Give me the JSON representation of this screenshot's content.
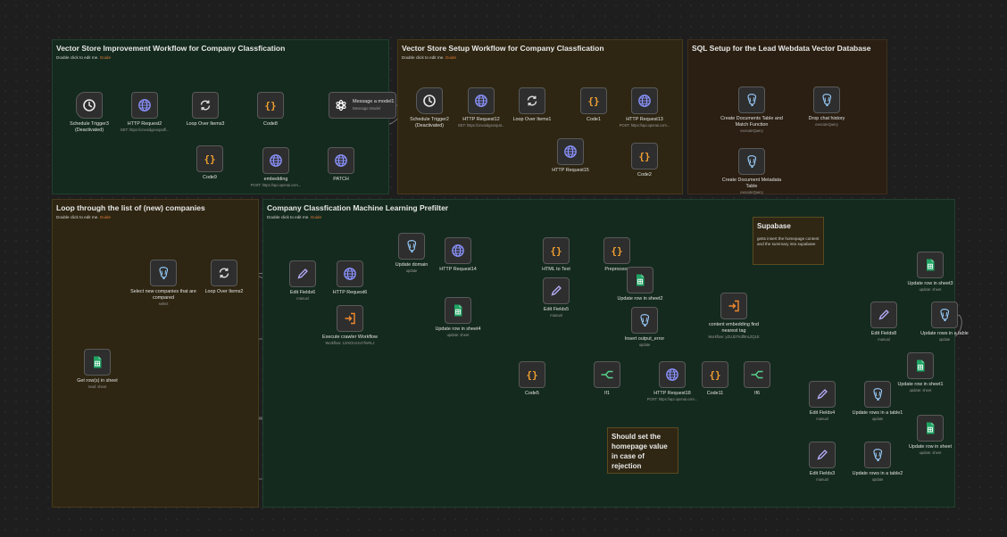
{
  "stickies": [
    {
      "id": "s1",
      "title": "Vector Store Improvement Workflow for Company Classfication",
      "hint": "Double click to edit me.",
      "guide": "Guide",
      "color": "green"
    },
    {
      "id": "s2",
      "title": "Vector Store Setup Workflow for Company Classfication",
      "hint": "Double click to edit me.",
      "guide": "Guide",
      "color": "yellow"
    },
    {
      "id": "s3",
      "title": "SQL Setup for the Lead Webdata Vector Database",
      "hint": "",
      "guide": "",
      "color": "brown"
    },
    {
      "id": "s4",
      "title": "Loop through the list of (new) companies",
      "hint": "Double click to edit me.",
      "guide": "Guide",
      "color": "yellow"
    },
    {
      "id": "s5",
      "title": "Company Classfication Machine Learning Prefilter",
      "hint": "Double click to edit me.",
      "guide": "Guide",
      "color": "green"
    }
  ],
  "notes": [
    {
      "id": "n1",
      "title": "Supabase",
      "body": "getts insert the homepage content and the summary into supabase"
    },
    {
      "id": "n2",
      "title": "Should set the homepage value in case of rejection",
      "body": ""
    }
  ],
  "nodes": [
    {
      "id": "st3",
      "name": "Schedule Trigger3 (Deactivated)",
      "sub": "",
      "icon": "clock"
    },
    {
      "id": "hr2",
      "name": "HTTP Request2",
      "sub": "GET: https://onvoidgeospatfl...",
      "icon": "globe"
    },
    {
      "id": "loop3",
      "name": "Loop Over Items3",
      "sub": "",
      "icon": "loop"
    },
    {
      "id": "code8",
      "name": "Code8",
      "sub": "",
      "icon": "code"
    },
    {
      "id": "msg",
      "name": "Message a model1",
      "sub": "Message Model",
      "icon": "openai"
    },
    {
      "id": "code9",
      "name": "Code9",
      "sub": "",
      "icon": "code"
    },
    {
      "id": "emb",
      "name": "embedding",
      "sub": "POST: https://api.openai.com...",
      "icon": "globe"
    },
    {
      "id": "patch",
      "name": "PATCH",
      "sub": "",
      "icon": "globe"
    },
    {
      "id": "st2",
      "name": "Schedule Trigger2 (Deactivated)",
      "sub": "",
      "icon": "clock"
    },
    {
      "id": "hr12",
      "name": "HTTP Request12",
      "sub": "GET: https://onvoidgeospat...",
      "icon": "globe"
    },
    {
      "id": "loop1",
      "name": "Loop Over Items1",
      "sub": "",
      "icon": "loop"
    },
    {
      "id": "code1",
      "name": "Code1",
      "sub": "",
      "icon": "code"
    },
    {
      "id": "hr13",
      "name": "HTTP Request13",
      "sub": "POST: https://api.openai.com...",
      "icon": "globe"
    },
    {
      "id": "hr15",
      "name": "HTTP Request15",
      "sub": "",
      "icon": "globe"
    },
    {
      "id": "code2",
      "name": "Code2",
      "sub": "",
      "icon": "code"
    },
    {
      "id": "cdt",
      "name": "Create Documents Table and Match Function",
      "sub": "executeQuery",
      "icon": "pg"
    },
    {
      "id": "dch",
      "name": "Drop chat history",
      "sub": "executeQuery",
      "icon": "pg"
    },
    {
      "id": "cdm",
      "name": "Create Document Metadata Table",
      "sub": "executeQuery",
      "icon": "pg"
    },
    {
      "id": "grs",
      "name": "Get row(s) in sheet",
      "sub": "read: sheet",
      "icon": "sheet"
    },
    {
      "id": "snc",
      "name": "Select new companies that are compared",
      "sub": "select",
      "icon": "pg"
    },
    {
      "id": "loop2",
      "name": "Loop Over Items2",
      "sub": "",
      "icon": "loop"
    },
    {
      "id": "ef6",
      "name": "Edit Fields6",
      "sub": "manual",
      "icon": "pen"
    },
    {
      "id": "hr6",
      "name": "HTTP Request6",
      "sub": "",
      "icon": "globe"
    },
    {
      "id": "ecw",
      "name": "Execute crawler Workflow",
      "sub": "Workflow: 12rKOnA2oYfmRLJ",
      "icon": "exec"
    },
    {
      "id": "ud",
      "name": "Update domain",
      "sub": "update",
      "icon": "pg"
    },
    {
      "id": "hr14",
      "name": "HTTP Request14",
      "sub": "",
      "icon": "globe"
    },
    {
      "id": "urs4",
      "name": "Update row in sheet4",
      "sub": "update: sheet",
      "icon": "sheet"
    },
    {
      "id": "h2t",
      "name": "HTML to Text",
      "sub": "",
      "icon": "code"
    },
    {
      "id": "ef5",
      "name": "Edit Fields5",
      "sub": "manual",
      "icon": "pen"
    },
    {
      "id": "pre",
      "name": "Preprocess",
      "sub": "",
      "icon": "code"
    },
    {
      "id": "urs2",
      "name": "Update row in sheet2",
      "sub": "",
      "icon": "sheet"
    },
    {
      "id": "ioe",
      "name": "Insert output_error",
      "sub": "update",
      "icon": "pg"
    },
    {
      "id": "cef",
      "name": "content embedding find nearest tag",
      "sub": "Workflow: yZLUbTKdf8nLZQ1E",
      "icon": "exec"
    },
    {
      "id": "code5",
      "name": "Code5",
      "sub": "",
      "icon": "code"
    },
    {
      "id": "if1",
      "name": "If1",
      "sub": "",
      "icon": "if"
    },
    {
      "id": "hr18",
      "name": "HTTP Request18",
      "sub": "POST: https://api.openai.com...",
      "icon": "globe"
    },
    {
      "id": "code11",
      "name": "Code11",
      "sub": "",
      "icon": "code"
    },
    {
      "id": "if6",
      "name": "If6",
      "sub": "",
      "icon": "if"
    },
    {
      "id": "ef8",
      "name": "Edit Fields8",
      "sub": "manual",
      "icon": "pen"
    },
    {
      "id": "urt",
      "name": "Update rows in a table",
      "sub": "update",
      "icon": "pg"
    },
    {
      "id": "urs3",
      "name": "Update row in sheet3",
      "sub": "update: sheet",
      "icon": "sheet"
    },
    {
      "id": "urs1",
      "name": "Update row in sheet1",
      "sub": "update: sheet",
      "icon": "sheet"
    },
    {
      "id": "ef4",
      "name": "Edit Fields4",
      "sub": "manual",
      "icon": "pen"
    },
    {
      "id": "urt1",
      "name": "Update rows in a table1",
      "sub": "update",
      "icon": "pg"
    },
    {
      "id": "urs",
      "name": "Update row in sheet",
      "sub": "update: sheet",
      "icon": "sheet"
    },
    {
      "id": "ef3",
      "name": "Edit Fields3",
      "sub": "manual",
      "icon": "pen"
    },
    {
      "id": "urt2",
      "name": "Update rows in a table2",
      "sub": "update",
      "icon": "pg"
    }
  ],
  "colors": {
    "orange": "#e07b39",
    "purple": "#8b93ff",
    "green": "#22a565",
    "wire": "#8a8a8a"
  }
}
